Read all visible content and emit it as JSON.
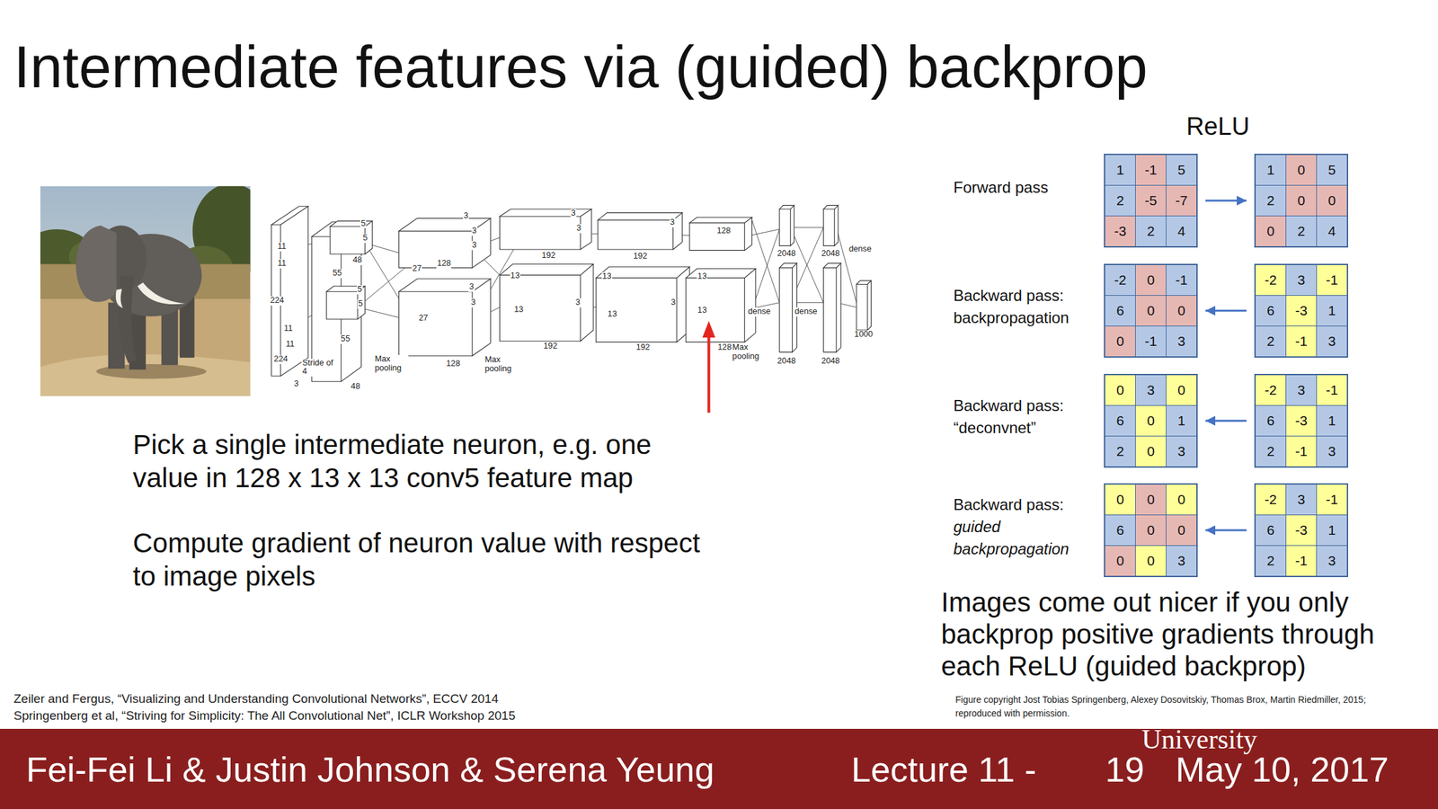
{
  "diagram": {
    "title": "Intermediate features via (guided) backprop",
    "nodes": [
      {
        "text": [
          "1",
          "-1",
          "5",
          "2",
          "-5",
          "-7",
          "-3",
          "2",
          "4"
        ]
      },
      {
        "text": [
          "1",
          "0",
          "5",
          "2",
          "0",
          "0",
          "0",
          "2",
          "4"
        ]
      },
      {
        "text": [
          "-2",
          "0",
          "-1",
          "6",
          "0",
          "0",
          "0",
          "-1",
          "3"
        ]
      },
      {
        "text": [
          "-2",
          "3",
          "-1",
          "6",
          "-3",
          "1",
          "2",
          "-1",
          "3"
        ]
      },
      {
        "text": [
          "0",
          "3",
          "0",
          "6",
          "0",
          "1",
          "2",
          "0",
          "3"
        ]
      },
      {
        "text": [
          "-2",
          "3",
          "-1",
          "6",
          "-3",
          "1",
          "2",
          "-1",
          "3"
        ]
      },
      {
        "text": [
          "0",
          "0",
          "0",
          "6",
          "0",
          "0",
          "0",
          "0",
          "3"
        ]
      },
      {
        "text": [
          "-2",
          "3",
          "-1",
          "6",
          "-3",
          "1",
          "2",
          "-1",
          "3"
        ]
      }
    ],
    "edges": [
      {
        "from": 0,
        "to": 1,
        "arrow": "to"
      },
      {
        "from": 3,
        "to": 2,
        "arrow": "to"
      },
      {
        "from": 5,
        "to": 4,
        "arrow": "to"
      },
      {
        "from": 7,
        "to": 6,
        "arrow": "to"
      }
    ],
    "labels": [
      "11",
      "11",
      "224",
      "11",
      "11",
      "224",
      "Stride of 4",
      "3",
      "5",
      "5",
      "48",
      "55",
      "5",
      "5",
      "55",
      "48",
      "Max pooling",
      "27",
      "128",
      "3",
      "3",
      "3",
      "27",
      "3",
      "3",
      "128",
      "Max pooling",
      "13",
      "192",
      "3",
      "3",
      "13",
      "192",
      "3",
      "13",
      "192",
      "3",
      "13",
      "192",
      "3",
      "13",
      "128",
      "13",
      "128",
      "Max pooling",
      "dense",
      "dense",
      "2048",
      "2048",
      "2048",
      "2048",
      "dense",
      "1000",
      "Pick a single intermediate neuron, e.g. one value in 128 x 13 x 13 conv5 feature map",
      "Compute gradient of neuron value with respect to image pixels",
      "ReLU",
      "Forward pass",
      "Backward pass: backpropagation",
      "Backward pass: “deconvnet”",
      "Backward pass:",
      "guided backpropagation",
      "Images come out nicer if you only backprop positive gradients through each ReLU (guided backprop)",
      "Zeiler and Fergus, “Visualizing and Understanding Convolutional Networks”, ECCV 2014",
      "Springenberg et al, “Striving for Simplicity: The All Convolutional Net”, ICLR Workshop 2015",
      "Figure copyright Jost Tobias Springenberg, Alexey Dosovitskiy, Thomas Brox, Martin Riedmiller, 2015; reproduced with permission.",
      "Fei-Fei Li & Justin Johnson & Serena Yeung",
      "Lecture 11 -",
      "19",
      "University",
      "May 10, 2017"
    ]
  }
}
